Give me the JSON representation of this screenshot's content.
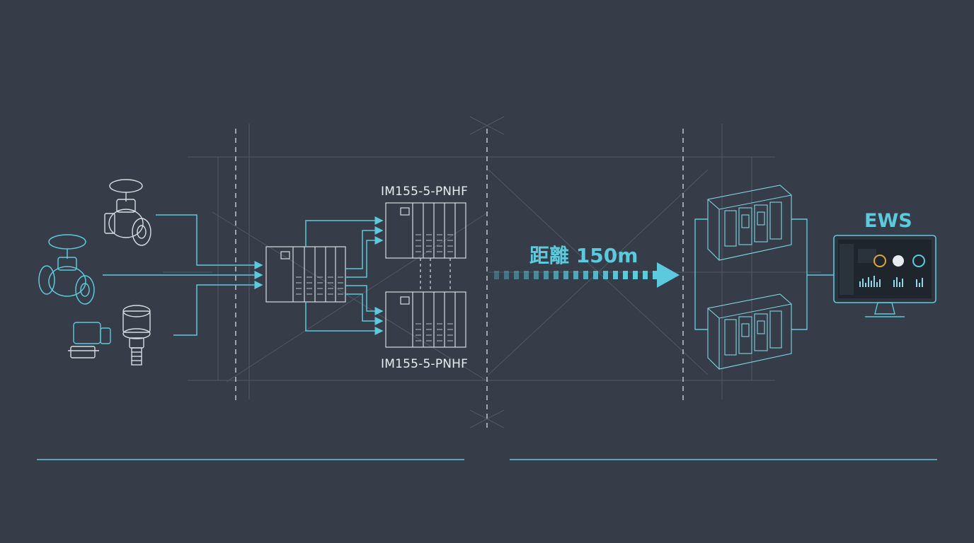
{
  "labels": {
    "module_top": "IM155-5-PNHF",
    "module_bottom": "IM155-5-PNHF",
    "distance": "距離 150m",
    "ews": "EWS"
  },
  "colors": {
    "background": "#363d48",
    "accent": "#5cc9dc",
    "line_light": "#d8dde2",
    "grid": "#55606c"
  },
  "devices": [
    {
      "name": "globe-valve-icon"
    },
    {
      "name": "gate-valve-icon"
    },
    {
      "name": "solenoid-valve-icon"
    },
    {
      "name": "pressure-sensor-icon"
    }
  ]
}
